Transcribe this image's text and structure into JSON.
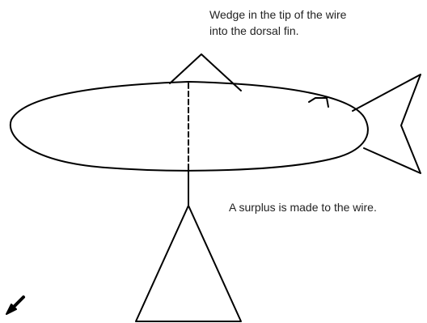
{
  "annotations": {
    "dorsal_note_line1": "Wedge in the tip of the wire",
    "dorsal_note_line2": "into the dorsal fin.",
    "surplus_note": "A surplus is made to the wire."
  },
  "colors": {
    "outline": "#000000",
    "text": "#222222",
    "background": "#ffffff"
  },
  "icons": {
    "cursor": "arrow-pointer-down-left"
  }
}
